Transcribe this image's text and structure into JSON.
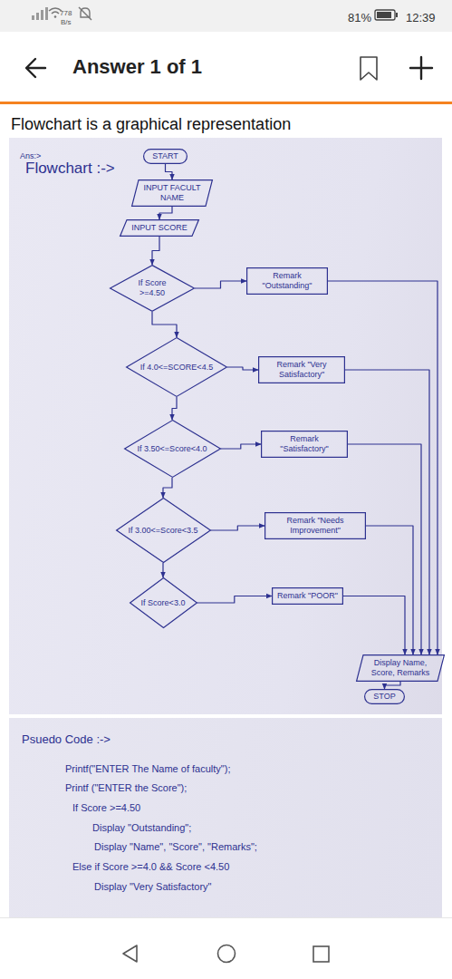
{
  "diagram": {
    "nodes": [
      {
        "text": [
          "START"
        ]
      },
      {
        "text": [
          "INPUT FACULT NAME"
        ]
      },
      {
        "text": [
          "INPUT SCORE"
        ]
      },
      {
        "text": [
          "If Score >=4.50"
        ]
      },
      {
        "text": [
          "Remark \"Outstanding\""
        ]
      },
      {
        "text": [
          "If 4.0<=SCORE<4.5"
        ]
      },
      {
        "text": [
          "Remark \"Very Satisfactory\""
        ]
      },
      {
        "text": [
          "If 3.50<=Score<4.0"
        ]
      },
      {
        "text": [
          "Remark \"Satisfactory\""
        ]
      },
      {
        "text": [
          "If 3.00<=Score<3.5"
        ]
      },
      {
        "text": [
          "Remark \"Needs Improvement\""
        ]
      },
      {
        "text": [
          "If Score<3.0"
        ]
      },
      {
        "text": [
          "Remark \"POOR\""
        ]
      },
      {
        "text": [
          "Display Name, Score, Remarks"
        ]
      },
      {
        "text": [
          "STOP"
        ]
      }
    ],
    "edges": [
      {
        "from": 0,
        "to": 1,
        "arrow": "to"
      },
      {
        "from": 1,
        "to": 2,
        "arrow": "to"
      },
      {
        "from": 2,
        "to": 3,
        "arrow": "to"
      },
      {
        "from": 3,
        "to": 4,
        "arrow": "to"
      },
      {
        "from": 3,
        "to": 5,
        "arrow": "to"
      },
      {
        "from": 5,
        "to": 6,
        "arrow": "to"
      },
      {
        "from": 5,
        "to": 7,
        "arrow": "to"
      },
      {
        "from": 7,
        "to": 8,
        "arrow": "to"
      },
      {
        "from": 7,
        "to": 9,
        "arrow": "to"
      },
      {
        "from": 9,
        "to": 10,
        "arrow": "to"
      },
      {
        "from": 9,
        "to": 11,
        "arrow": "to"
      },
      {
        "from": 11,
        "to": 12,
        "arrow": "to"
      },
      {
        "from": 4,
        "to": 13,
        "arrow": "to"
      },
      {
        "from": 6,
        "to": 13,
        "arrow": "to"
      },
      {
        "from": 8,
        "to": 13,
        "arrow": "to"
      },
      {
        "from": 10,
        "to": 13,
        "arrow": "to"
      },
      {
        "from": 12,
        "to": 13,
        "arrow": "to"
      },
      {
        "from": 13,
        "to": 14,
        "arrow": "to"
      }
    ],
    "labels": [
      "778",
      "B/s",
      "81%",
      "12:39",
      "Answer 1 of 1",
      "Flowchart is a graphical representation",
      "Ans:>",
      "Flowchart :->",
      "Psuedo Code :->",
      "Printf(\"ENTER The Name of faculty\");",
      "Printf (\"ENTER the Score\");",
      "If Score >=4.50",
      "Display \"Outstanding\";",
      "Display \"Name\", \"Score\", \"Remarks\";",
      "Else if Score >=4.0 && Score <4.50",
      "Display \"Very Satisfactory\""
    ]
  }
}
